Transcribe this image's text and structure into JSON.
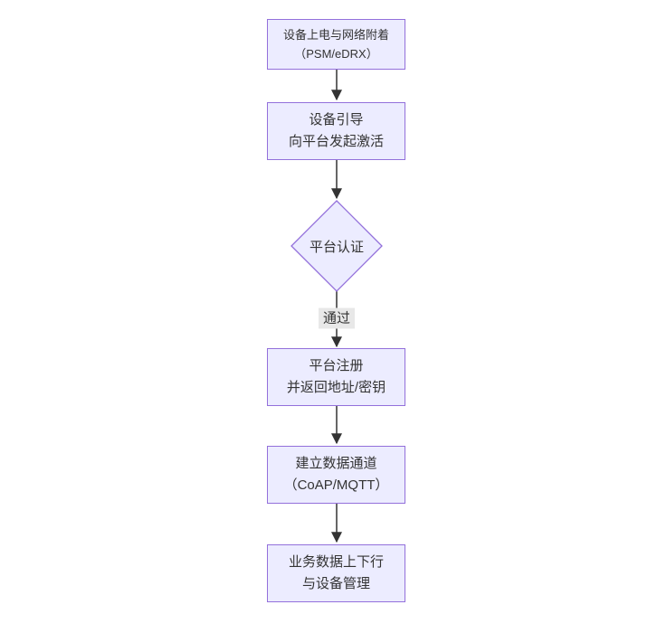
{
  "diagram": {
    "type": "flowchart",
    "direction": "top-down",
    "background": "white"
  },
  "nodes": {
    "power_attach": {
      "shape": "rect",
      "lines": [
        "设备上电与网络附着",
        "（PSM/eDRX）"
      ]
    },
    "bootstrap": {
      "shape": "rect",
      "lines": [
        "设备引导",
        "向平台发起激活"
      ]
    },
    "auth_decision": {
      "shape": "diamond",
      "label": "平台认证"
    },
    "register": {
      "shape": "rect",
      "lines": [
        "平台注册",
        "并返回地址/密钥"
      ]
    },
    "data_channel": {
      "shape": "rect",
      "lines": [
        "建立数据通道",
        "（CoAP/MQTT）"
      ]
    },
    "business": {
      "shape": "rect",
      "lines": [
        "业务数据上下行",
        "与设备管理"
      ]
    }
  },
  "edges": {
    "auth_pass_label": "通过"
  },
  "colors": {
    "canvas-bg": "#ffffff",
    "node-fill": "#ececff",
    "node-border": "#9370db",
    "edge-color": "#333333",
    "edge-label-bg": "#e8e8e8",
    "text-color": "#333333"
  }
}
